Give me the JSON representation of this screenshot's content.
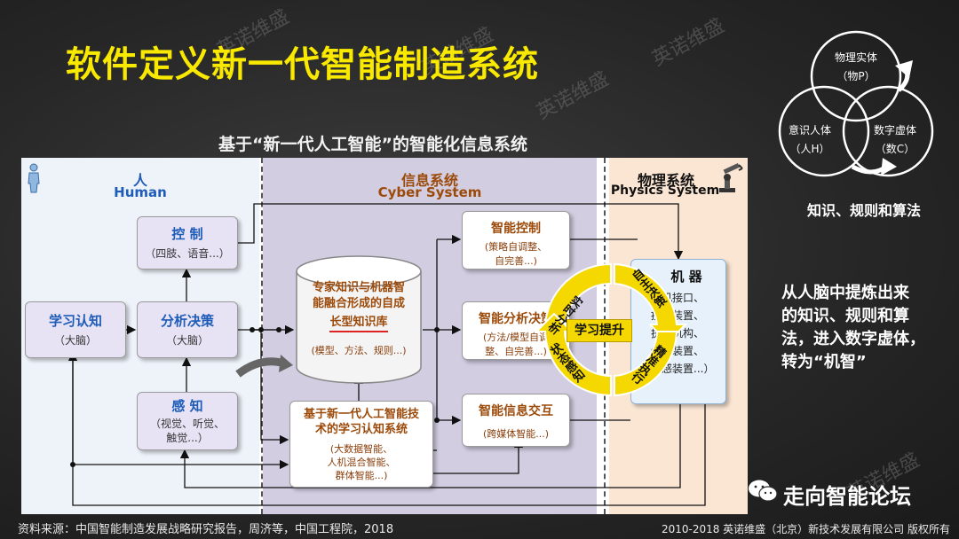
{
  "title": "软件定义新一代智能制造系统",
  "subtitle": "基于“新一代人工智能”的智能化信息系统",
  "watermark": "英诺维盛",
  "zones": {
    "human_cn": "人",
    "human_en": "Human",
    "cyber_cn": "信息系统",
    "cyber_en": "Cyber System",
    "phys_cn": "物理系统",
    "phys_en": "Physics System"
  },
  "boxes": {
    "control": {
      "title": "控 制",
      "sub": "（四肢、语音...）"
    },
    "learn": {
      "title": "学习认知",
      "sub": "（大脑）"
    },
    "analyze": {
      "title": "分析决策",
      "sub": "（大脑）"
    },
    "perceive": {
      "title": "感 知",
      "sub1": "（视觉、听觉、",
      "sub2": "触觉...）"
    },
    "knowledge_base": {
      "l1": "专家知识与机器智",
      "l2": "能融合形成的自成",
      "l3": "长型知识库",
      "sub": "(模型、方法、规则...)"
    },
    "cognition": {
      "l1": "基于新一代人工智能技",
      "l2": "术的学习认知系统",
      "sub1": "(大数据智能、",
      "sub2": "人机混合智能、",
      "sub3": "群体智能...)"
    },
    "smart_control": {
      "title": "智能控制",
      "sub1": "(策略自调整、",
      "sub2": "自完善...)"
    },
    "smart_analysis": {
      "title": "智能分析决策",
      "sub1": "(方法/模型自调",
      "sub2": "整、自完善...)"
    },
    "smart_interact": {
      "title": "智能信息交互",
      "sub": "(跨媒体智能...)"
    },
    "machine": {
      "title": "机 器",
      "items": [
        "（机接口、",
        "控制装置、",
        "执行机构、",
        "传动装置、",
        "传感装置...）"
      ]
    }
  },
  "cycle": {
    "center": "学习提升",
    "seg_top_left": "实时分析",
    "seg_top_right": "自主决策",
    "seg_bottom_right": "精准执行",
    "seg_bottom_left": "状态感知"
  },
  "venn": {
    "top_l1": "物理实体",
    "top_l2": "（物P）",
    "left_l1": "意识人体",
    "left_l2": "（人H）",
    "right_l1": "数字虚体",
    "right_l2": "（数C）",
    "caption": "知识、规则和算法"
  },
  "side_text": [
    "从人脑中提炼出来",
    "的知识、规则和算",
    "法，进入数字虚体，",
    "转为“机智”"
  ],
  "footer": {
    "source": "资料来源：中国智能制造发展战略研究报告，周济等，中国工程院，2018",
    "brand": "走向智能论坛",
    "copyright": "2010-2018 英诺维盛（北京）新技术发展有限公司   版权所有"
  },
  "colors": {
    "title": "#f9e900",
    "human_panel": "#eef3fa",
    "cyber_panel": "#d2cde1",
    "physics_panel": "#fbe6d4",
    "blue_text": "#1f5cb8",
    "brown_text": "#9c4a0a",
    "cycle_yellow": "#f5d800"
  },
  "icons": [
    "person-icon",
    "robot-arm-icon",
    "wechat-icon",
    "arrow-icon"
  ]
}
